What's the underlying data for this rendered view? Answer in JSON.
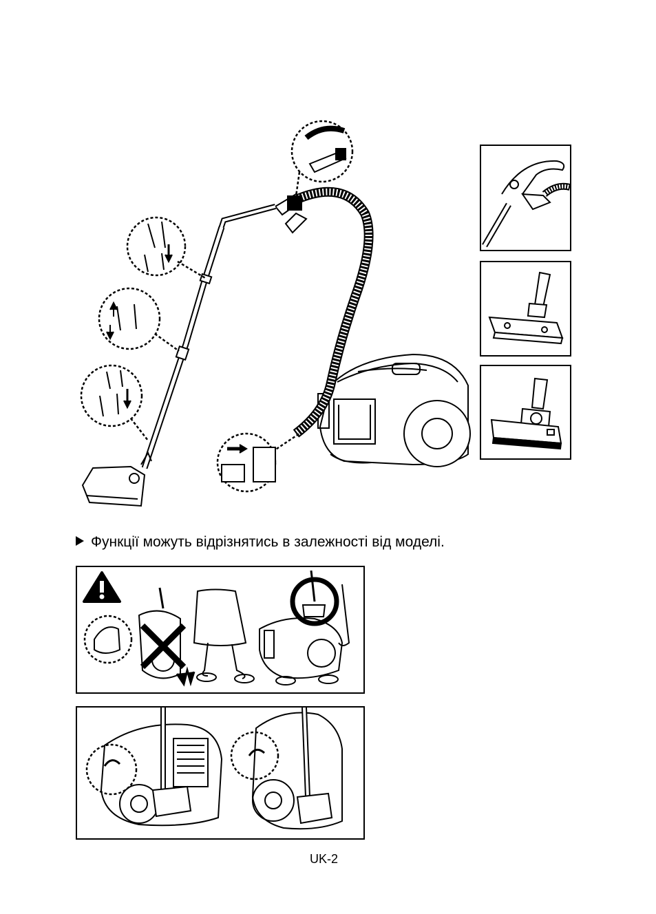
{
  "illustrations": {
    "main": "vacuum-cleaner-assembly",
    "accessories": [
      "hose-handle",
      "floor-brush",
      "turbo-brush"
    ],
    "warnings": [
      "carry-vacuum-warning",
      "parking-storage"
    ]
  },
  "note": {
    "marker_icon": "triangle-bullet-icon",
    "text": "Функції можуть відрізнятись в залежності від моделі."
  },
  "footer": {
    "page_number": "UK-2"
  }
}
